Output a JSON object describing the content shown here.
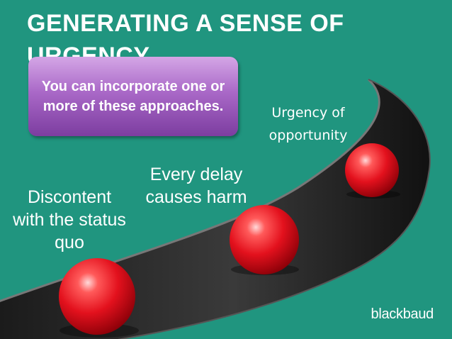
{
  "slide": {
    "title": "GENERATING A SENSE OF URGENCY",
    "callout": "You can incorporate one or more of these approaches.",
    "labels": {
      "status_quo": "Discontent with the status quo",
      "delay": "Every delay causes harm",
      "opportunity": "Urgency of opportunity"
    },
    "logo": "blackbaud"
  },
  "colors": {
    "background": "#20957f",
    "road": "#2b2b2b",
    "ball": "#e3111d",
    "callout": "#a968c7"
  }
}
